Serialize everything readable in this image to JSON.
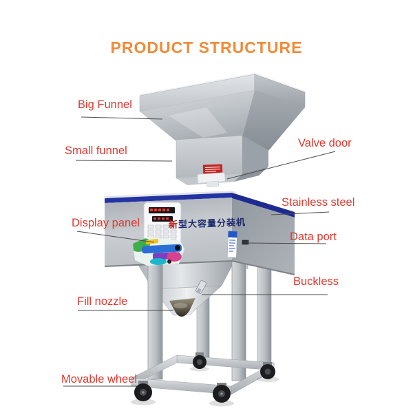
{
  "title": "PRODUCT STRUCTURE",
  "colors": {
    "title_orange": "#f28a38",
    "label_red": "#e0392f",
    "leader_line": "#4a4a4a",
    "trim_blue": "#2433a4",
    "machine_silver": "#bfc4c9"
  },
  "labels": [
    {
      "id": "big-funnel",
      "text": "Big Funnel"
    },
    {
      "id": "small-funnel",
      "text": "Small funnel"
    },
    {
      "id": "valve-door",
      "text": "Valve door"
    },
    {
      "id": "stainless-steel",
      "text": "Stainless steel"
    },
    {
      "id": "display-panel",
      "text": "Display panel"
    },
    {
      "id": "data-port",
      "text": "Data port"
    },
    {
      "id": "buckless",
      "text": "Buckless"
    },
    {
      "id": "fill-nozzle",
      "text": "Fill nozzle"
    },
    {
      "id": "movable-wheel",
      "text": "Movable wheel"
    }
  ],
  "machine": {
    "nameplate": {
      "first": "新",
      "rest": "型大容量分装机"
    }
  }
}
